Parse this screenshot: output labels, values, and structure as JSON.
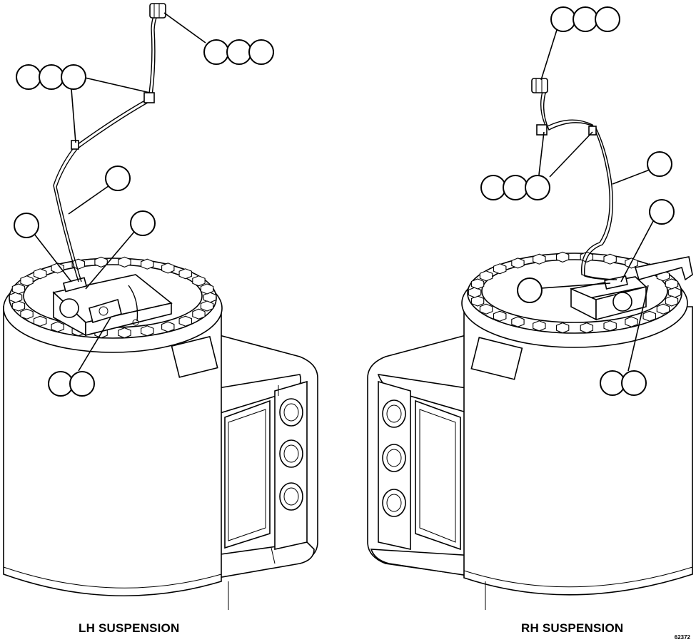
{
  "captions": {
    "left": "LH SUSPENSION",
    "right": "RH SUSPENSION"
  },
  "figure_number": "62372",
  "colors": {
    "line": "#000000",
    "background": "#ffffff"
  }
}
